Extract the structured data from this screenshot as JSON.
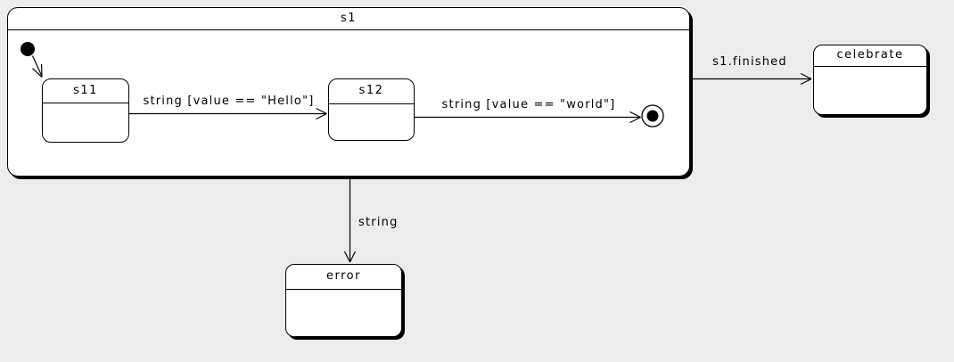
{
  "diagram": {
    "type": "uml-state-machine",
    "colors": {
      "background": "#ececec",
      "state_fill": "#ffffff",
      "stroke": "#000000",
      "shadow": "#000000"
    },
    "states": {
      "s1": {
        "label": "s1",
        "kind": "composite"
      },
      "s11": {
        "label": "s11",
        "kind": "simple",
        "parent": "s1"
      },
      "s12": {
        "label": "s12",
        "kind": "simple",
        "parent": "s1"
      },
      "celebrate": {
        "label": "celebrate",
        "kind": "simple"
      },
      "error": {
        "label": "error",
        "kind": "simple"
      }
    },
    "pseudostates": {
      "initial": {
        "kind": "initial",
        "parent": "s1"
      },
      "final": {
        "kind": "final",
        "parent": "s1"
      }
    },
    "transitions": {
      "initial_to_s11": {
        "from": "initial",
        "to": "s11",
        "label": ""
      },
      "s11_to_s12": {
        "from": "s11",
        "to": "s12",
        "label": "string [value == \"Hello\"]"
      },
      "s12_to_final": {
        "from": "s12",
        "to": "final",
        "label": "string [value == \"world\"]"
      },
      "s1_to_celebrate": {
        "from": "s1",
        "to": "celebrate",
        "label": "s1.finished"
      },
      "s1_to_error": {
        "from": "s1",
        "to": "error",
        "label": "string"
      }
    }
  }
}
